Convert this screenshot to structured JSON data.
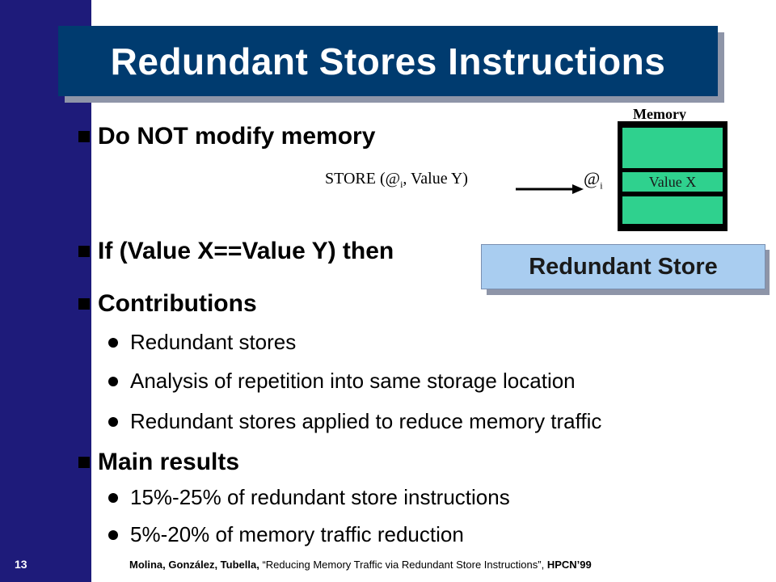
{
  "slide": {
    "number": "13",
    "title": "Redundant Stores Instructions"
  },
  "bullets": {
    "b1": "Do NOT modify memory",
    "b2": "If (Value X==Value Y) then",
    "b3": "Contributions",
    "b4": "Main results"
  },
  "contributions": [
    "Redundant stores",
    "Analysis of repetition into same storage location",
    "Redundant stores applied to reduce memory traffic"
  ],
  "results": [
    "15%-25% of redundant store instructions",
    "5%-20% of memory traffic reduction"
  ],
  "diagram": {
    "memory_label": "Memory",
    "store_prefix": "STORE (@",
    "store_sub": "i",
    "store_suffix": ", Value Y)",
    "addr_prefix": "@",
    "addr_sub": "i",
    "cell_value": "Value X",
    "redundant_label": "Redundant Store",
    "memory_color": "#2fd18e",
    "badge_color": "#a9cdf0"
  },
  "footer": {
    "authors": "Molina, González, Tubella,",
    "paper": " “Reducing Memory Traffic via Redundant Store Instructions”, ",
    "venue": "HPCN’99"
  },
  "colors": {
    "sidebar": "#1e1b7a",
    "title_bg": "#003b6f"
  }
}
